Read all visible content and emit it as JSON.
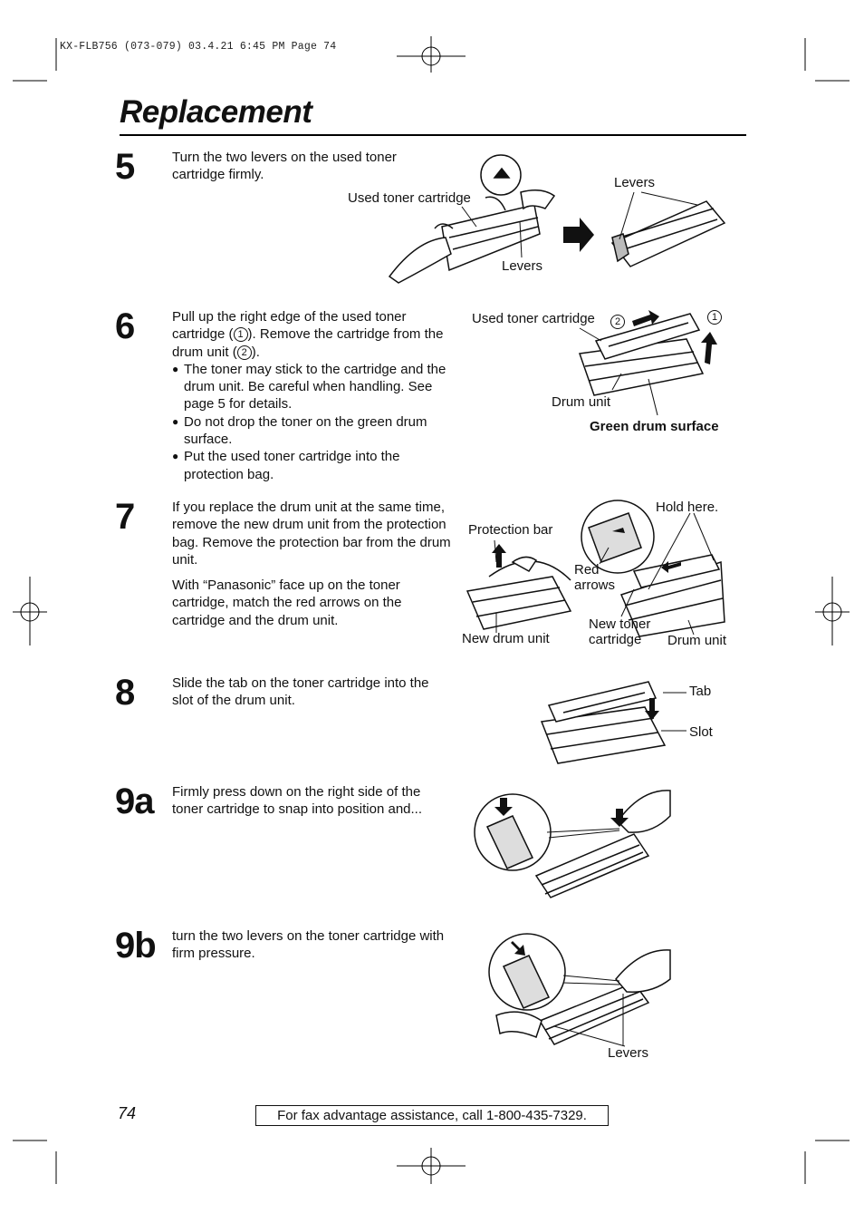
{
  "slug": "KX-FLB756 (073-079)  03.4.21  6:45 PM  Page 74",
  "title": "Replacement",
  "steps": {
    "s5": {
      "number": "5",
      "text": "Turn the two levers on the used toner cartridge firmly.",
      "labels": {
        "used_toner": "Used toner cartridge",
        "levers_bottom": "Levers",
        "levers_top": "Levers"
      }
    },
    "s6": {
      "number": "6",
      "text_a": "Pull up the right edge of the used toner cartridge (",
      "c1": "1",
      "text_b": "). Remove the cartridge from the drum unit (",
      "c2": "2",
      "text_c": ").",
      "bullets": [
        "The toner may stick to the cartridge and the drum unit. Be careful when handling. See page 5 for details.",
        "Do not drop the toner on the green drum surface.",
        "Put the used toner cartridge into the protection bag."
      ],
      "labels": {
        "used_toner": "Used toner cartridge",
        "c2": "2",
        "c1": "1",
        "drum": "Drum unit",
        "green": "Green drum surface"
      }
    },
    "s7": {
      "number": "7",
      "para1": "If you replace the drum unit at the same time, remove the new drum unit from the protection bag. Remove the protection bar from the drum unit.",
      "para2": "With “Panasonic” face up on the toner cartridge, match the red arrows on the cartridge and the drum unit.",
      "labels": {
        "protection_bar": "Protection bar",
        "hold": "Hold here.",
        "red": "Red",
        "arrows": "arrows",
        "new_drum": "New drum unit",
        "new_toner_1": "New toner",
        "new_toner_2": "cartridge",
        "drum": "Drum unit"
      }
    },
    "s8": {
      "number": "8",
      "text": "Slide the tab on the toner cartridge into the slot of the drum unit.",
      "labels": {
        "tab": "Tab",
        "slot": "Slot"
      }
    },
    "s9a": {
      "number": "9a",
      "text": "Firmly press down on the right side of the toner cartridge to snap into position and..."
    },
    "s9b": {
      "number": "9b",
      "text": "turn the two levers on the toner cartridge with firm pressure.",
      "labels": {
        "levers": "Levers"
      }
    }
  },
  "page_number": "74",
  "footer": "For fax advantage assistance, call 1-800-435-7329."
}
